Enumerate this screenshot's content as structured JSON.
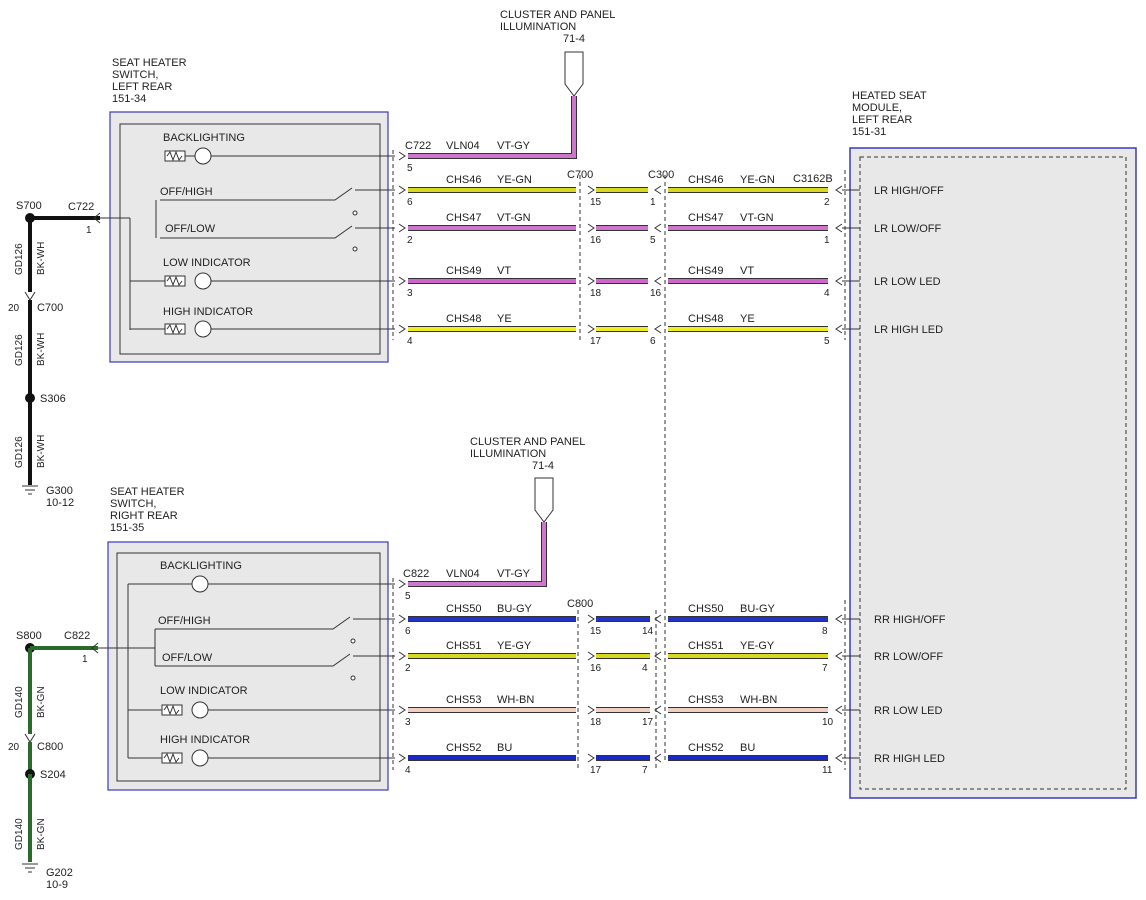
{
  "colors": {
    "VT-GY": "#cc77cc",
    "YE-GN": "#d8d820",
    "VT-GN": "#cc77cc",
    "VT": "#cc66cc",
    "YE": "#eeee22",
    "BU-GY": "#2233cc",
    "YE-GY": "#d8d820",
    "WH-BN": "#f0d0c0",
    "BU": "#1a28c8",
    "BK-WH": "#111111",
    "BK-GN": "#1e4d1e",
    "module_border": "#3a3ac0"
  },
  "top_illumination": {
    "line1": "CLUSTER AND PANEL",
    "line2": "ILLUMINATION",
    "ref": "71-4"
  },
  "bottom_illumination": {
    "line1": "CLUSTER AND PANEL",
    "line2": "ILLUMINATION",
    "ref": "71-4"
  },
  "left_switch": {
    "line1": "SEAT HEATER",
    "line2": "SWITCH,",
    "line3": "LEFT REAR",
    "ref": "151-34"
  },
  "right_switch": {
    "line1": "SEAT HEATER",
    "line2": "SWITCH,",
    "line3": "RIGHT REAR",
    "ref": "151-35"
  },
  "module": {
    "line1": "HEATED SEAT",
    "line2": "MODULE,",
    "line3": "LEFT REAR",
    "ref": "151-31"
  },
  "left_labels": {
    "backlighting": "BACKLIGHTING",
    "off_high": "OFF/HIGH",
    "off_low": "OFF/LOW",
    "low_ind": "LOW INDICATOR",
    "high_ind": "HIGH INDICATOR"
  },
  "right_labels": {
    "backlighting": "BACKLIGHTING",
    "off_high": "OFF/HIGH",
    "off_low": "OFF/LOW",
    "low_ind": "LOW INDICATOR",
    "high_ind": "HIGH INDICATOR"
  },
  "top_connectors": {
    "c722": "C722",
    "c700": "C700",
    "c300": "C300",
    "c3162b": "C3162B"
  },
  "bottom_connectors": {
    "c822": "C822",
    "c800": "C800"
  },
  "top_wires": [
    {
      "circuit": "VLN04",
      "color": "VT-GY",
      "pin": "5"
    },
    {
      "circuit": "CHS46",
      "color": "YE-GN",
      "pin": "6",
      "c700": "15",
      "c300": "1",
      "circuit2": "CHS46",
      "color2": "YE-GN",
      "mpin": "2",
      "label": "LR HIGH/OFF"
    },
    {
      "circuit": "CHS47",
      "color": "VT-GN",
      "pin": "2",
      "c700": "16",
      "c300": "5",
      "circuit2": "CHS47",
      "color2": "VT-GN",
      "mpin": "1",
      "label": "LR LOW/OFF"
    },
    {
      "circuit": "CHS49",
      "color": "VT",
      "pin": "3",
      "c700": "18",
      "c300": "16",
      "circuit2": "CHS49",
      "color2": "VT",
      "mpin": "4",
      "label": "LR LOW LED"
    },
    {
      "circuit": "CHS48",
      "color": "YE",
      "pin": "4",
      "c700": "17",
      "c300": "6",
      "circuit2": "CHS48",
      "color2": "YE",
      "mpin": "5",
      "label": "LR HIGH LED"
    }
  ],
  "bottom_wires": [
    {
      "circuit": "VLN04",
      "color": "VT-GY",
      "pin": "5"
    },
    {
      "circuit": "CHS50",
      "color": "BU-GY",
      "pin": "6",
      "c800a": "15",
      "c800b": "14",
      "circuit2": "CHS50",
      "color2": "BU-GY",
      "mpin": "8",
      "label": "RR HIGH/OFF"
    },
    {
      "circuit": "CHS51",
      "color": "YE-GY",
      "pin": "2",
      "c800a": "16",
      "c800b": "4",
      "circuit2": "CHS51",
      "color2": "YE-GY",
      "mpin": "7",
      "label": "RR LOW/OFF"
    },
    {
      "circuit": "CHS53",
      "color": "WH-BN",
      "pin": "3",
      "c800a": "18",
      "c800b": "17",
      "circuit2": "CHS53",
      "color2": "WH-BN",
      "mpin": "10",
      "label": "RR LOW LED"
    },
    {
      "circuit": "CHS52",
      "color": "BU",
      "pin": "4",
      "c800a": "17",
      "c800b": "7",
      "circuit2": "CHS52",
      "color2": "BU",
      "mpin": "11",
      "label": "RR HIGH LED"
    }
  ],
  "top_ground": {
    "splice": "S700",
    "conn": "C722",
    "pin": "1",
    "wire": "GD126",
    "color": "BK-WH",
    "pin2": "20",
    "conn2": "C700",
    "wire2": "GD126",
    "color2": "BK-WH",
    "splice2": "S306",
    "wire3": "GD126",
    "color3": "BK-WH",
    "gnd": "G300",
    "gnd_ref": "10-12"
  },
  "bottom_ground": {
    "splice": "S800",
    "conn": "C822",
    "pin": "1",
    "wire": "GD140",
    "color": "BK-GN",
    "pin2": "20",
    "conn2": "C800",
    "splice2": "S204",
    "wire2": "GD140",
    "color2": "BK-GN",
    "gnd": "G202",
    "gnd_ref": "10-9"
  }
}
